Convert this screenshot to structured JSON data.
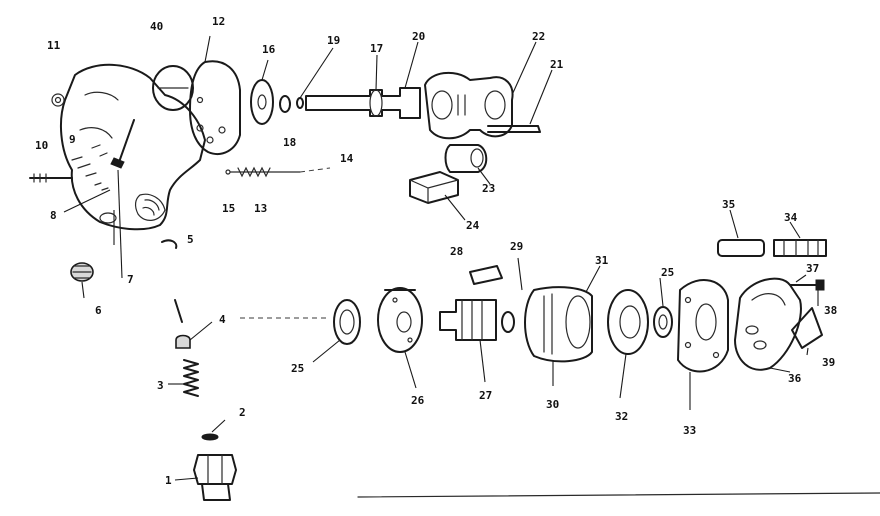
{
  "callouts": {
    "c1": "1",
    "c2": "2",
    "c3": "3",
    "c4": "4",
    "c5": "5",
    "c6": "6",
    "c7": "7",
    "c8": "8",
    "c9": "9",
    "c10": "10",
    "c11": "11",
    "c12": "12",
    "c13": "13",
    "c14": "14",
    "c15": "15",
    "c16": "16",
    "c17": "17",
    "c18": "18",
    "c19": "19",
    "c20": "20",
    "c21": "21",
    "c22": "22",
    "c23": "23",
    "c24": "24",
    "c25a": "25",
    "c25b": "25",
    "c26": "26",
    "c27": "27",
    "c28": "28",
    "c29": "29",
    "c30": "30",
    "c31": "31",
    "c32": "32",
    "c33": "33",
    "c34": "34",
    "c35": "35",
    "c36": "36",
    "c37": "37",
    "c38": "38",
    "c39": "39",
    "c40": "40"
  }
}
